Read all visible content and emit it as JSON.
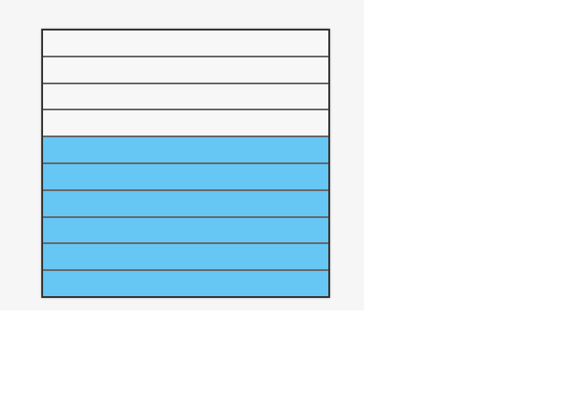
{
  "fraction_model": {
    "total_parts": 10,
    "shaded_parts": 6,
    "shaded_position": "bottom",
    "colors": {
      "shaded": "#66c6f4",
      "unshaded": "#f7f7f7",
      "outline": "#333333",
      "divider": "#666666",
      "background": "#f6f6f6"
    }
  }
}
